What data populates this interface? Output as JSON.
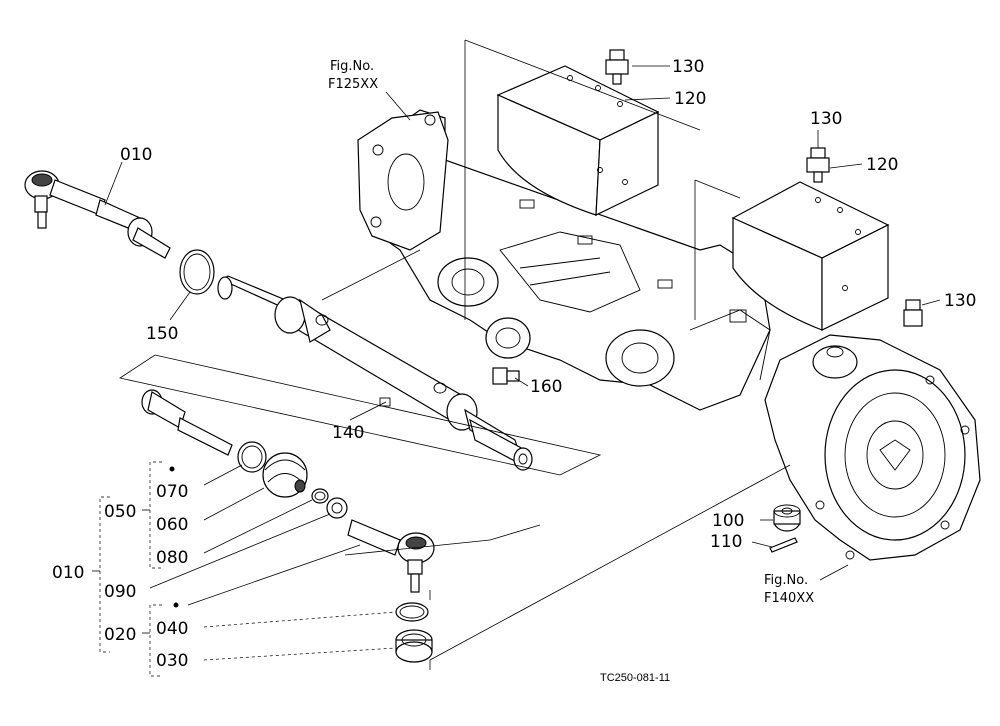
{
  "figure_refs": {
    "top_left": {
      "line1": "Fig.No.",
      "line2": "F125XX"
    },
    "bottom_right": {
      "line1": "Fig.No.",
      "line2": "F140XX"
    }
  },
  "callouts": {
    "p010_top": "010",
    "p150": "150",
    "p140": "140",
    "p160": "160",
    "p130_a": "130",
    "p120_a": "120",
    "p130_b": "130",
    "p120_b": "120",
    "p130_c": "130",
    "p100": "100",
    "p110": "110",
    "p070": "070",
    "p050": "050",
    "p060": "060",
    "p010_left": "010",
    "p080": "080",
    "p090": "090",
    "p040": "040",
    "p020": "020",
    "p030": "030"
  },
  "drawing_code": "TC250-081-11"
}
